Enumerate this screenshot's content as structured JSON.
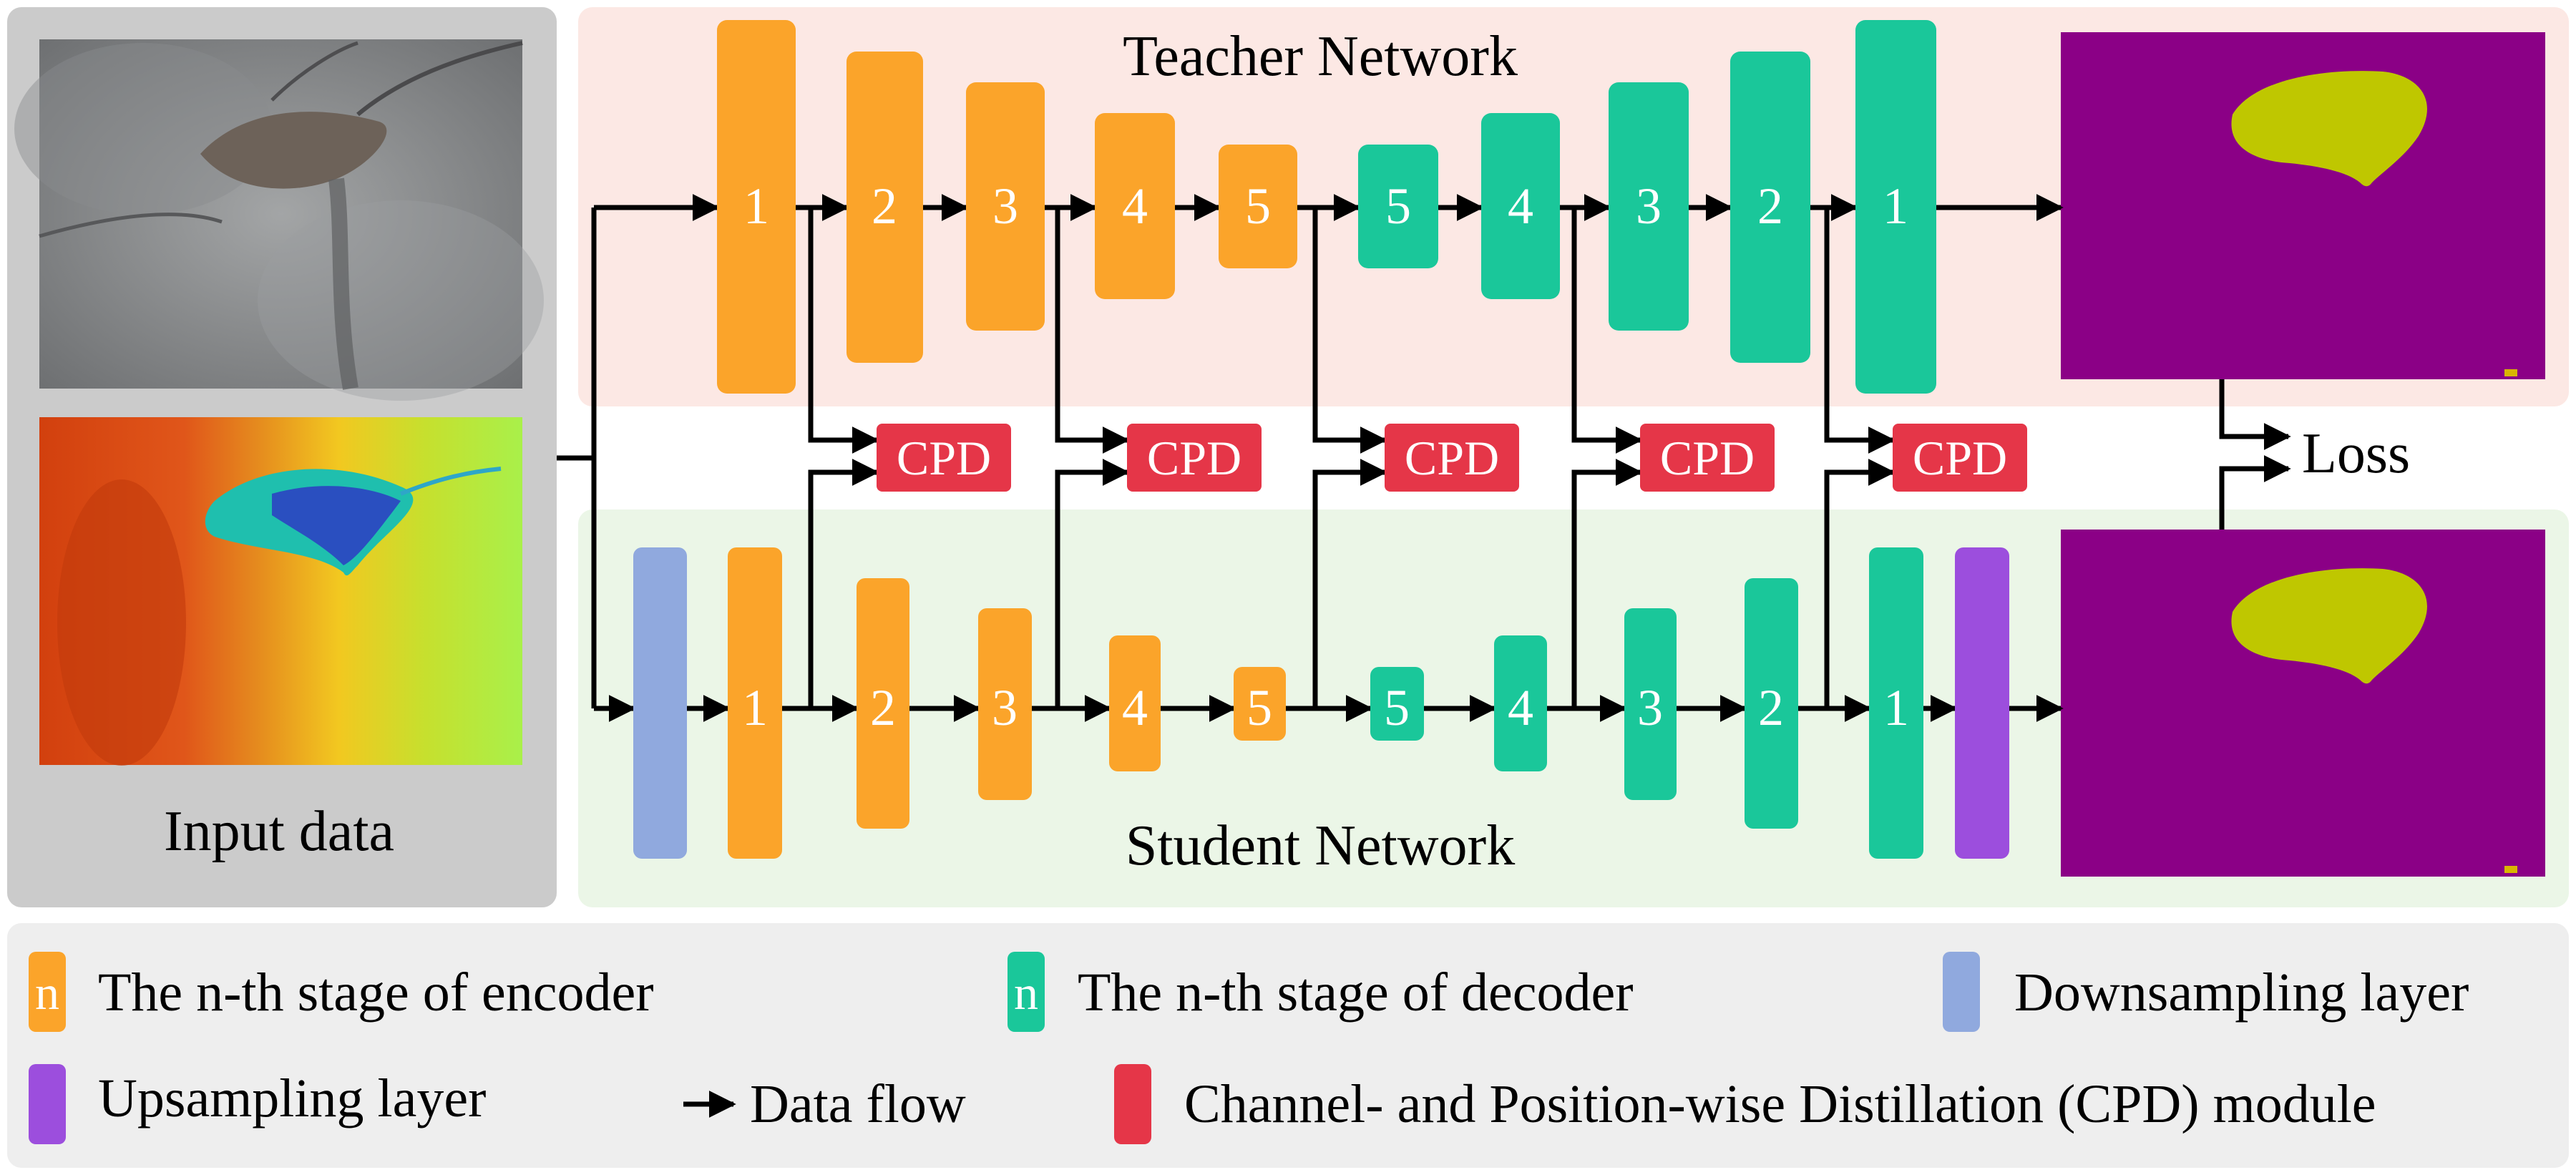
{
  "input": {
    "label": "Input data"
  },
  "teacher": {
    "title": "Teacher Network"
  },
  "student": {
    "title": "Student Network"
  },
  "loss": {
    "label": "Loss"
  },
  "cpd_label": "CPD",
  "encoder_stage_labels": [
    "1",
    "2",
    "3",
    "4",
    "5"
  ],
  "decoder_stage_labels": [
    "5",
    "4",
    "3",
    "2",
    "1"
  ],
  "legend": {
    "encoder_marker": "n",
    "encoder_text": "The n-th stage of encoder",
    "decoder_marker": "n",
    "decoder_text": "The n-th stage of decoder",
    "downsampling_text": "Downsampling layer",
    "upsampling_text": "Upsampling layer",
    "dataflow_text": "Data flow",
    "cpd_text": "Channel- and Position-wise Distillation (CPD) module"
  },
  "colors": {
    "encoder": "#FBA42A",
    "decoder": "#1AC79A",
    "downsampling": "#90A9DE",
    "upsampling": "#9C4EDD",
    "cpd": "#E53648",
    "teacher_bg": "#FCE8E4",
    "student_bg": "#EBF6E7",
    "input_bg": "#CBCBCB",
    "legend_bg": "#EEEEEE",
    "mask_bg": "#8B0086",
    "mask_fg": "#BFC700"
  }
}
